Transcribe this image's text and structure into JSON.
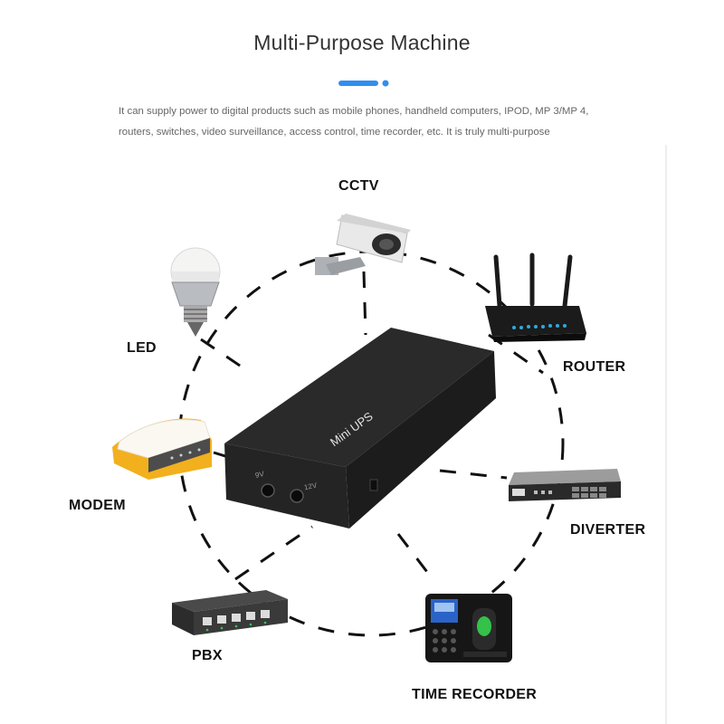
{
  "header": {
    "title": "Multi-Purpose Machine",
    "description_line1": "It can supply power to digital products such as mobile phones, handheld computers, IPOD, MP 3/MP 4,",
    "description_line2": "routers, switches, video surveillance, access control, time recorder, etc. It is truly multi-purpose"
  },
  "center_device": {
    "printed_label": "Mini UPS",
    "port_labels": [
      "9V",
      "12V"
    ]
  },
  "devices": [
    {
      "label": "CCTV",
      "icon": "cctv-camera-icon"
    },
    {
      "label": "LED",
      "icon": "led-bulb-icon"
    },
    {
      "label": "ROUTER",
      "icon": "router-icon"
    },
    {
      "label": "MODEM",
      "icon": "modem-icon"
    },
    {
      "label": "DIVERTER",
      "icon": "diverter-icon"
    },
    {
      "label": "PBX",
      "icon": "pbx-switch-icon"
    },
    {
      "label": "TIME RECORDER",
      "icon": "time-recorder-icon"
    }
  ],
  "colors": {
    "accent": "#2f8ff0",
    "ups_body": "#1c1c1c",
    "modem_orange": "#f2b01e"
  }
}
